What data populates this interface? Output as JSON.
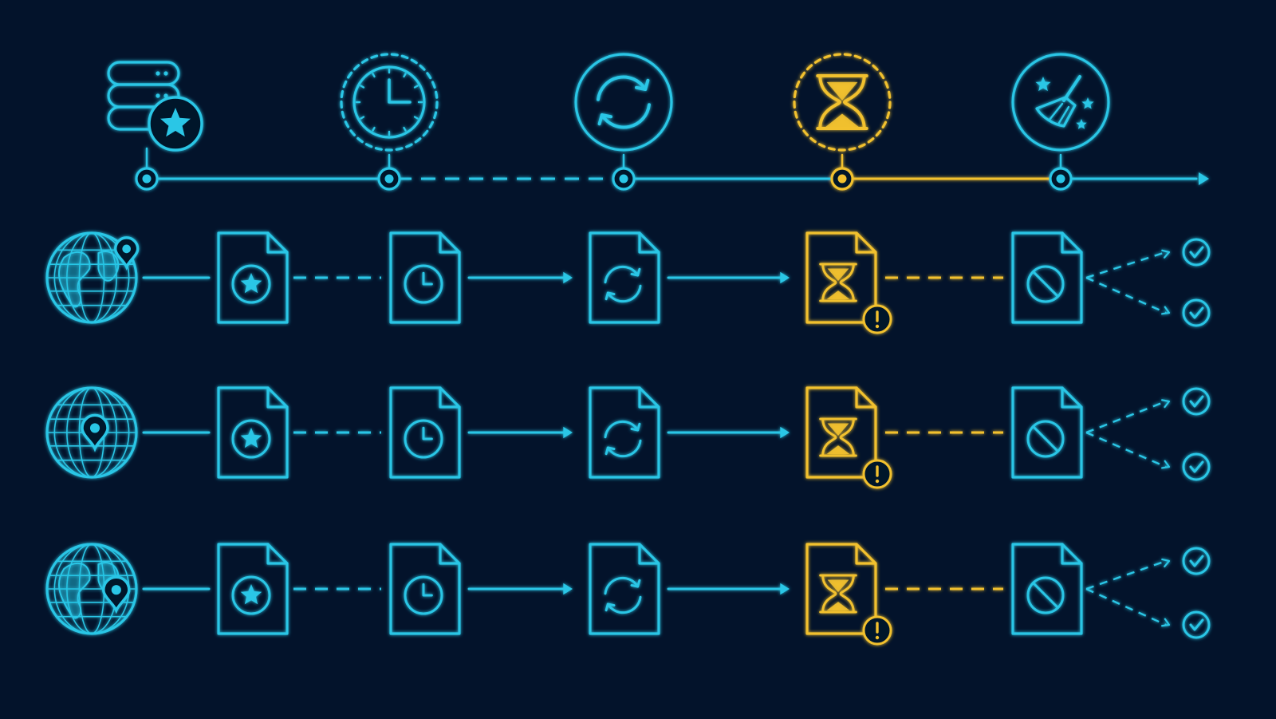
{
  "colors": {
    "background": "#03132b",
    "primary": "#29c6e6",
    "warning": "#f2c12e"
  },
  "timeline": {
    "stages": [
      {
        "icon": "database-star-icon",
        "status": "active"
      },
      {
        "icon": "clock-icon",
        "status": "pending"
      },
      {
        "icon": "sync-icon",
        "status": "active"
      },
      {
        "icon": "hourglass-icon",
        "status": "warning"
      },
      {
        "icon": "broom-cleanup-icon",
        "status": "active"
      }
    ],
    "connectors": [
      "solid",
      "dashed",
      "solid",
      "solid-warning"
    ]
  },
  "region_rows": [
    {
      "region_icon": "globe-americas-pin-icon",
      "pin_side": "right-top"
    },
    {
      "region_icon": "globe-grid-pin-icon",
      "pin_side": "center"
    },
    {
      "region_icon": "globe-americas-pin-icon",
      "pin_side": "right-bottom"
    }
  ],
  "row_stages": [
    {
      "icon": "document-star-icon",
      "status": "normal"
    },
    {
      "icon": "document-clock-icon",
      "status": "normal"
    },
    {
      "icon": "document-sync-icon",
      "status": "normal"
    },
    {
      "icon": "document-hourglass-alert-icon",
      "status": "warning"
    },
    {
      "icon": "document-blocked-icon",
      "status": "normal"
    }
  ],
  "row_connectors": [
    "solid",
    "dashed",
    "arrow",
    "arrow",
    "dashed-warning",
    "split-dashed-arrows"
  ],
  "outcomes_per_row": 2
}
